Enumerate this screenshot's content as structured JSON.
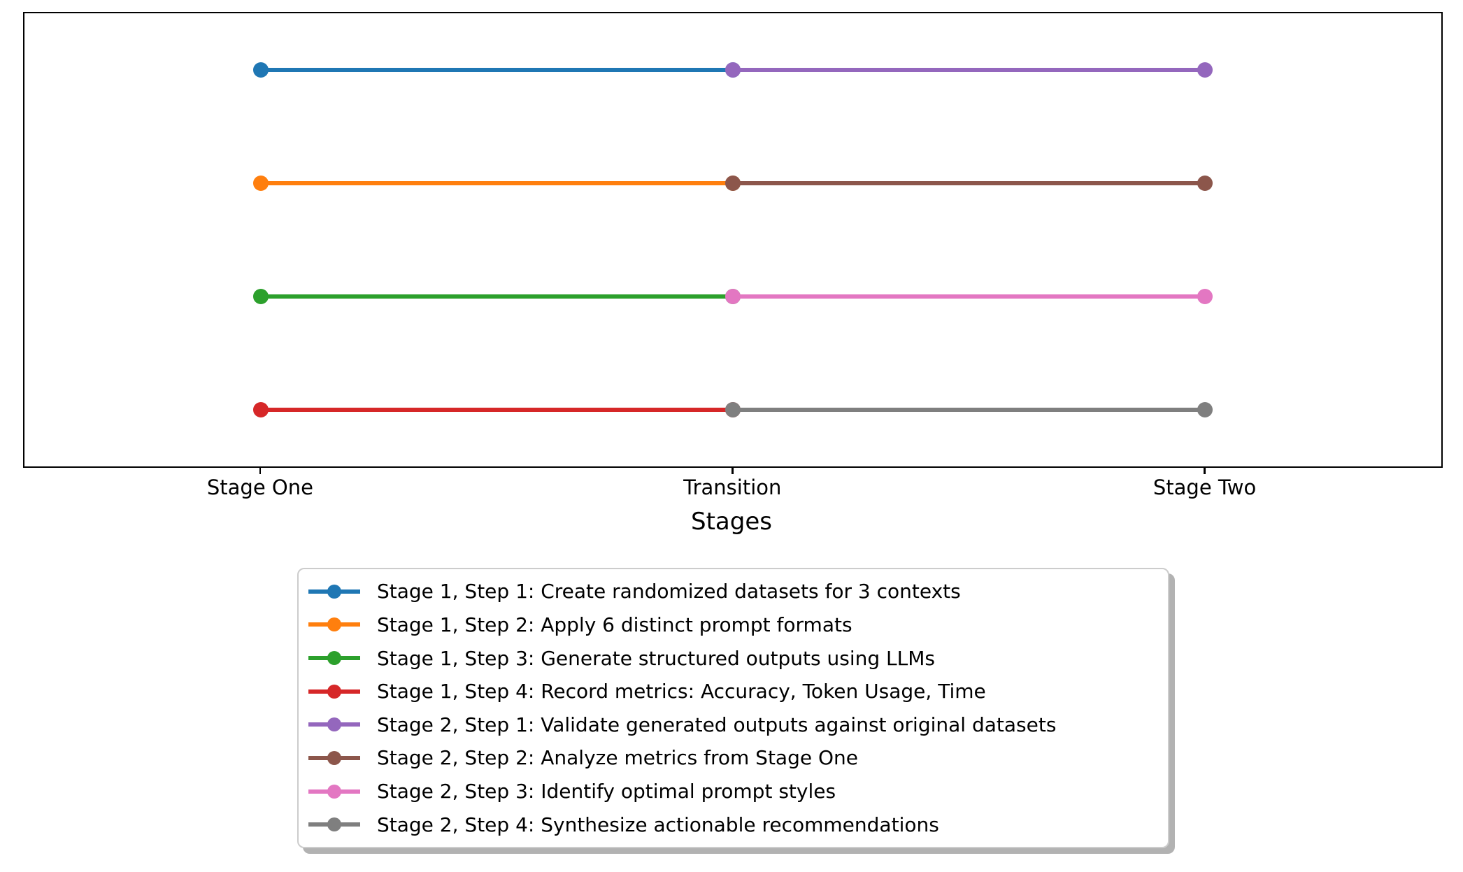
{
  "chart_data": {
    "type": "line",
    "title": "",
    "xlabel": "Stages",
    "ylabel": "",
    "categories": [
      "Stage One",
      "Transition",
      "Stage Two"
    ],
    "xlim": [
      -0.5,
      2.5
    ],
    "ylim": [
      0.5,
      4.5
    ],
    "grid": false,
    "legend_position": "lower center",
    "marker": "o",
    "series": [
      {
        "name": "Stage 1, Step 1: Create randomized datasets for 3 contexts",
        "color": "#1f77b4",
        "x": [
          0,
          1
        ],
        "y": [
          4,
          4
        ]
      },
      {
        "name": "Stage 1, Step 2: Apply 6 distinct prompt formats",
        "color": "#ff7f0e",
        "x": [
          0,
          1
        ],
        "y": [
          3,
          3
        ]
      },
      {
        "name": "Stage 1, Step 3: Generate structured outputs using LLMs",
        "color": "#2ca02c",
        "x": [
          0,
          1
        ],
        "y": [
          2,
          2
        ]
      },
      {
        "name": "Stage 1, Step 4: Record metrics: Accuracy, Token Usage, Time",
        "color": "#d62728",
        "x": [
          0,
          1
        ],
        "y": [
          1,
          1
        ]
      },
      {
        "name": "Stage 2, Step 1: Validate generated outputs against original datasets",
        "color": "#9467bd",
        "x": [
          1,
          2
        ],
        "y": [
          4,
          4
        ]
      },
      {
        "name": "Stage 2, Step 2: Analyze metrics from Stage One",
        "color": "#8c564b",
        "x": [
          1,
          2
        ],
        "y": [
          3,
          3
        ]
      },
      {
        "name": "Stage 2, Step 3: Identify optimal prompt styles",
        "color": "#e377c2",
        "x": [
          1,
          2
        ],
        "y": [
          2,
          2
        ]
      },
      {
        "name": "Stage 2, Step 4: Synthesize actionable recommendations",
        "color": "#7f7f7f",
        "x": [
          1,
          2
        ],
        "y": [
          1,
          1
        ]
      }
    ]
  }
}
